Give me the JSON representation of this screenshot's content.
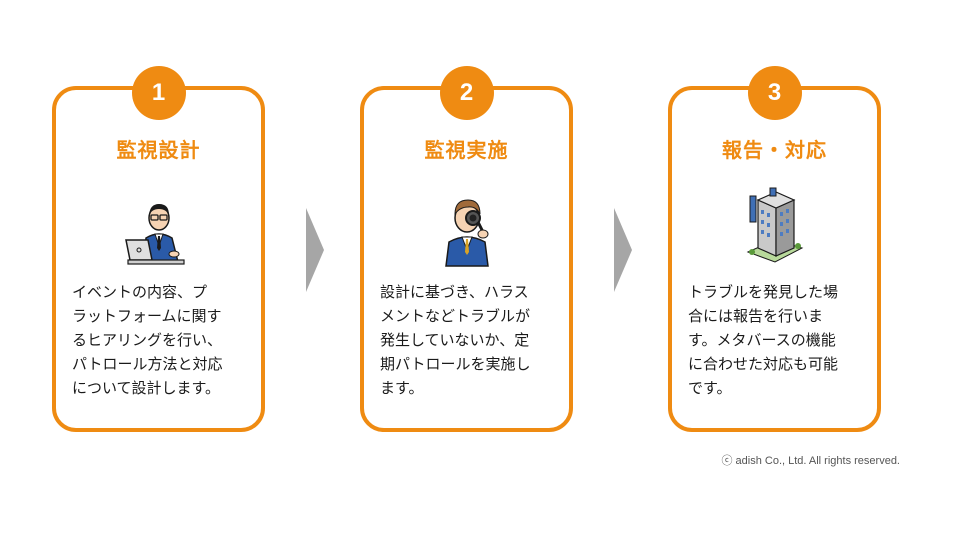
{
  "steps": [
    {
      "number": "1",
      "title": "監視設計",
      "icon": "person-laptop-icon",
      "description": "イベントの内容、プ\nラットフォームに関す\nるヒアリングを行い、\nパトロール方法と対応\nについて設計します。"
    },
    {
      "number": "2",
      "title": "監視実施",
      "icon": "person-magnifier-icon",
      "description": "設計に基づき、ハラス\nメントなどトラブルが\n発生していないか、定\n期パトロールを実施し\nます。"
    },
    {
      "number": "3",
      "title": "報告・対応",
      "icon": "office-building-icon",
      "description": "トラブルを発見した場\n合には報告を行いま\nす。メタバースの機能\nに合わせた対応も可能\nです。"
    }
  ],
  "colors": {
    "accent": "#ef8b12",
    "arrow": "#a6a6a6"
  },
  "footer": {
    "copyright": "ⓒ adish Co., Ltd. All rights reserved."
  }
}
